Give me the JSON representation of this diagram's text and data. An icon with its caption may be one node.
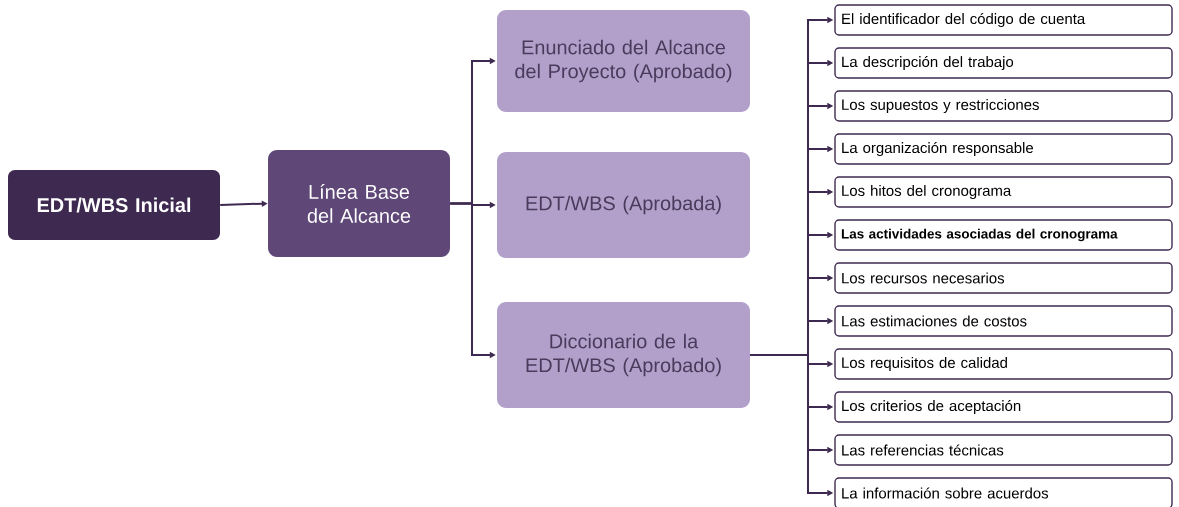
{
  "diagram": {
    "nodes": [
      {
        "text": [
          "EDT/WBS Inicial"
        ]
      },
      {
        "text": [
          "Línea Base del Alcance"
        ]
      },
      {
        "text": [
          "Enunciado del Alcance del Proyecto (Aprobado)"
        ]
      },
      {
        "text": [
          "EDT/WBS (Aprobada)"
        ]
      },
      {
        "text": [
          "Diccionario de la EDT/WBS (Aprobado)"
        ]
      },
      {
        "text": [
          "El identificador del código de cuenta"
        ]
      },
      {
        "text": [
          "La descripción del trabajo"
        ]
      },
      {
        "text": [
          "Los supuestos y restricciones"
        ]
      },
      {
        "text": [
          "La organización responsable"
        ]
      },
      {
        "text": [
          "Los hitos del cronograma"
        ]
      },
      {
        "text": [
          "Las actividades asociadas del cronograma"
        ]
      },
      {
        "text": [
          "Los recursos necesarios"
        ]
      },
      {
        "text": [
          "Las estimaciones de costos"
        ]
      },
      {
        "text": [
          "Los requisitos de calidad"
        ]
      },
      {
        "text": [
          "Los criterios de aceptación"
        ]
      },
      {
        "text": [
          "Las referencias técnicas"
        ]
      },
      {
        "text": [
          "La información sobre acuerdos"
        ]
      }
    ],
    "edges": [
      {
        "from": 0,
        "to": 1,
        "arrow": "to"
      },
      {
        "from": 1,
        "to": 2,
        "arrow": "to"
      },
      {
        "from": 1,
        "to": 3,
        "arrow": "to"
      },
      {
        "from": 1,
        "to": 4,
        "arrow": "to"
      },
      {
        "from": 4,
        "to": 5,
        "arrow": "to"
      },
      {
        "from": 4,
        "to": 6,
        "arrow": "to"
      },
      {
        "from": 4,
        "to": 7,
        "arrow": "to"
      },
      {
        "from": 4,
        "to": 8,
        "arrow": "to"
      },
      {
        "from": 4,
        "to": 9,
        "arrow": "to"
      },
      {
        "from": 4,
        "to": 10,
        "arrow": "to"
      },
      {
        "from": 4,
        "to": 11,
        "arrow": "to"
      },
      {
        "from": 4,
        "to": 12,
        "arrow": "to"
      },
      {
        "from": 4,
        "to": 13,
        "arrow": "to"
      },
      {
        "from": 4,
        "to": 14,
        "arrow": "to"
      },
      {
        "from": 4,
        "to": 15,
        "arrow": "to"
      },
      {
        "from": 4,
        "to": 16,
        "arrow": "to"
      }
    ]
  }
}
